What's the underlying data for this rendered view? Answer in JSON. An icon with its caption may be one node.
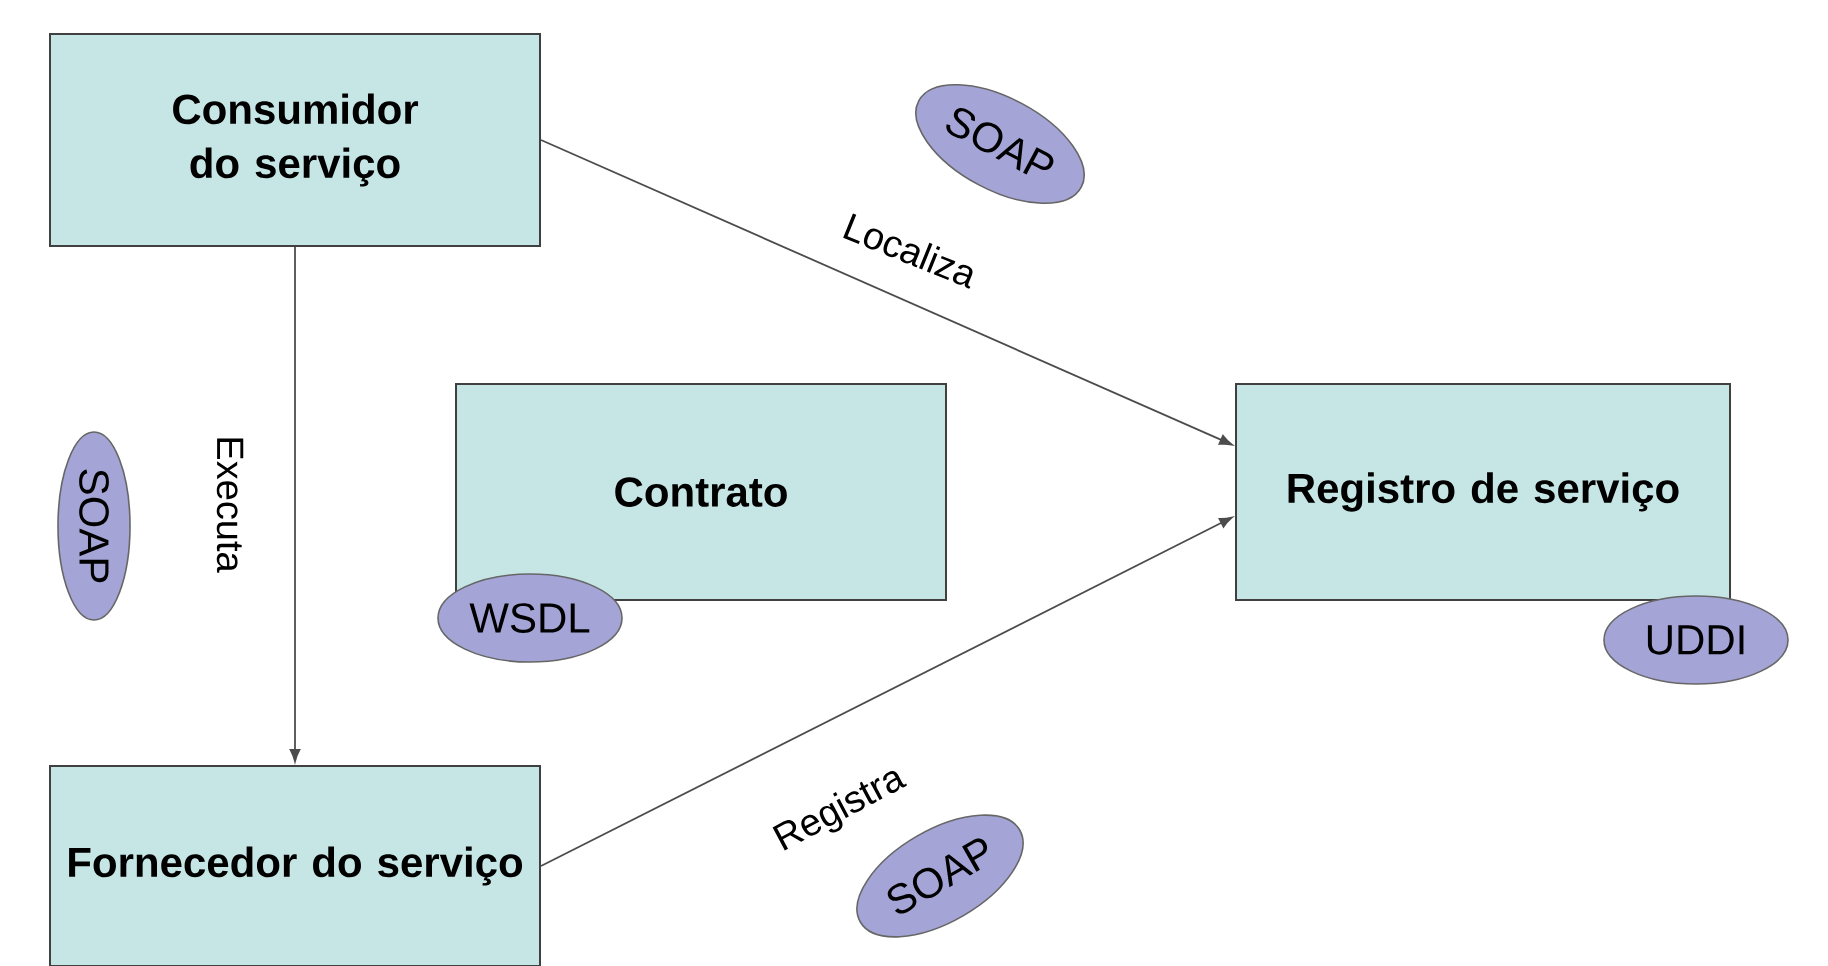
{
  "diagram": {
    "nodes": [
      {
        "text": [
          "Consumidor do serviço"
        ]
      },
      {
        "text": [
          "Fornecedor do serviço"
        ]
      },
      {
        "text": [
          "Contrato"
        ]
      },
      {
        "text": [
          "Registro de serviço"
        ]
      },
      {
        "text": [
          "SOAP"
        ]
      },
      {
        "text": [
          "SOAP"
        ]
      },
      {
        "text": [
          "WSDL"
        ]
      },
      {
        "text": [
          "UDDI"
        ]
      },
      {
        "text": [
          "SOAP"
        ]
      }
    ],
    "edges": [
      {
        "from": 0,
        "to": 1,
        "arrow": "to",
        "label": "Executa"
      },
      {
        "from": 0,
        "to": 3,
        "arrow": "to",
        "label": "Localiza"
      },
      {
        "from": 1,
        "to": 3,
        "arrow": "to",
        "label": "Registra"
      }
    ]
  }
}
